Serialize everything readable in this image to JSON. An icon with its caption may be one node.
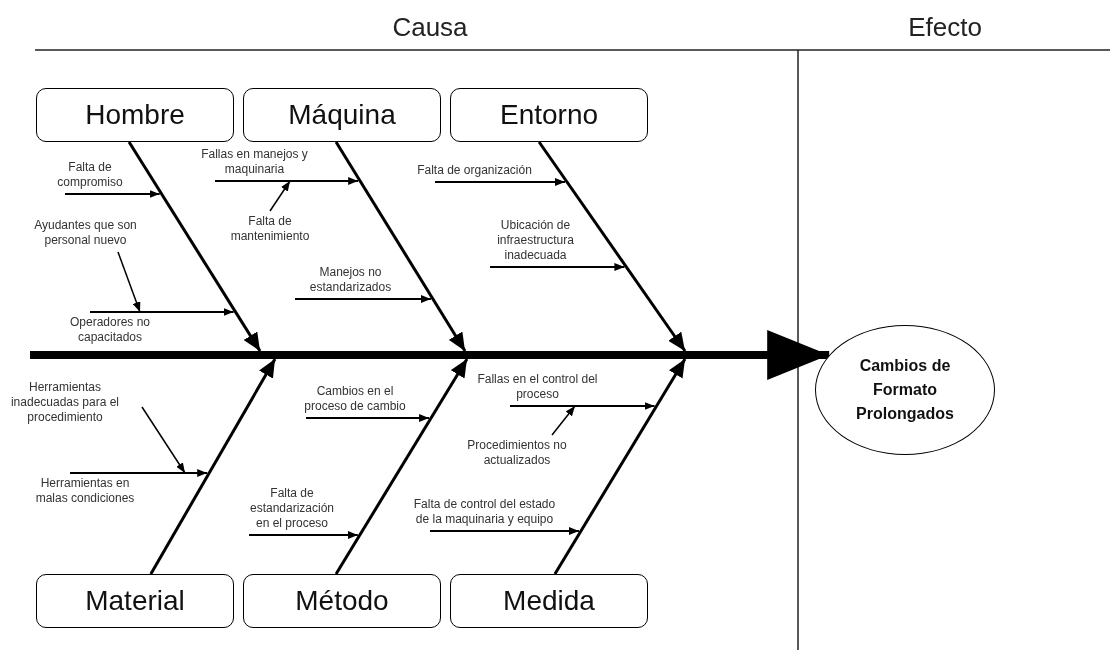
{
  "diagram": {
    "nodes": [
      {
        "text": [
          "Hombre"
        ]
      },
      {
        "text": [
          "Máquina"
        ]
      },
      {
        "text": [
          "Entorno"
        ]
      },
      {
        "text": [
          "Falta de compromiso"
        ]
      },
      {
        "text": [
          "Fallas en manejos y maquinaria"
        ]
      },
      {
        "text": [
          "Falta de organización"
        ]
      },
      {
        "text": [
          "Falta de mantenimiento"
        ]
      },
      {
        "text": [
          "Ayudantes que son personal nuevo"
        ]
      },
      {
        "text": [
          "Ubicación de infraestructura inadecuada"
        ]
      },
      {
        "text": [
          "Manejos no estandarizados"
        ]
      },
      {
        "text": [
          "Operadores no capacitados"
        ]
      },
      {
        "text": [
          "Cambios de Formato Prolongados"
        ]
      },
      {
        "text": [
          "Herramientas inadecuadas para el procedimiento"
        ]
      },
      {
        "text": [
          "Cambios en el proceso de cambio"
        ]
      },
      {
        "text": [
          "Fallas en el control del proceso"
        ]
      },
      {
        "text": [
          "Procedimientos no actualizados"
        ]
      },
      {
        "text": [
          "Herramientas en malas condiciones"
        ]
      },
      {
        "text": [
          "Falta de estandarización en el proceso"
        ]
      },
      {
        "text": [
          "Falta de control del estado de la maquinaria y equipo"
        ]
      },
      {
        "text": [
          "Material"
        ]
      },
      {
        "text": [
          "Método"
        ]
      },
      {
        "text": [
          "Medida"
        ]
      },
      {
        "text": [],
        "shape": "bar"
      }
    ],
    "edges": [
      {
        "from": 22,
        "to": 11,
        "arrow": "to",
        "style": "thick"
      },
      {
        "from": 0,
        "to": 22,
        "arrow": "to"
      },
      {
        "from": 1,
        "to": 22,
        "arrow": "to"
      },
      {
        "from": 2,
        "to": 22,
        "arrow": "to"
      },
      {
        "from": 19,
        "to": 22,
        "arrow": "to"
      },
      {
        "from": 20,
        "to": 22,
        "arrow": "to"
      },
      {
        "from": 21,
        "to": 22,
        "arrow": "to"
      },
      {
        "from": 3,
        "to": null,
        "arrow": "to"
      },
      {
        "from": 4,
        "to": null,
        "arrow": "to"
      },
      {
        "from": 5,
        "to": null,
        "arrow": "to"
      },
      {
        "from": 6,
        "to": 4,
        "arrow": "to"
      },
      {
        "from": 7,
        "to": 10,
        "arrow": "to"
      },
      {
        "from": 8,
        "to": null,
        "arrow": "to"
      },
      {
        "from": 9,
        "to": null,
        "arrow": "to"
      },
      {
        "from": 10,
        "to": null,
        "arrow": "to"
      },
      {
        "from": 12,
        "to": 16,
        "arrow": "to"
      },
      {
        "from": 13,
        "to": null,
        "arrow": "to"
      },
      {
        "from": 14,
        "to": null,
        "arrow": "to"
      },
      {
        "from": 15,
        "to": 14,
        "arrow": "to"
      },
      {
        "from": 16,
        "to": null,
        "arrow": "to"
      },
      {
        "from": 17,
        "to": null,
        "arrow": "to"
      },
      {
        "from": 18,
        "to": null,
        "arrow": "to"
      }
    ],
    "labels": [
      "Causa",
      "Efecto"
    ]
  }
}
